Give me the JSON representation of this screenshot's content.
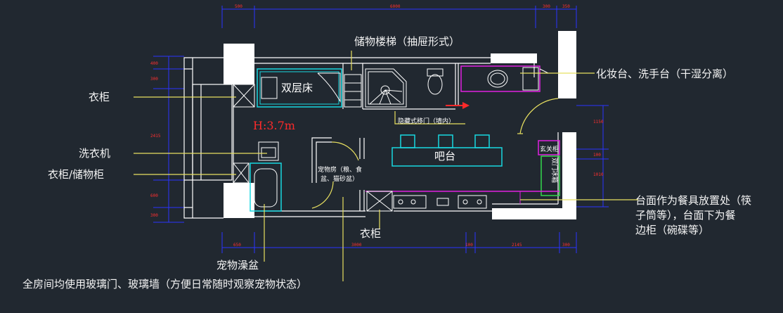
{
  "labels": {
    "loft_bed": "双层床",
    "storage_stairs": "储物楼梯（抽屉形式）",
    "vanity": "化妆台、洗手台（干湿分离）",
    "wardrobe_left": "衣柜",
    "washer": "洗衣机",
    "wardrobe_storage": "衣柜/储物柜",
    "height": "H:3.7m",
    "sliding_door": "隐藏式移门（墙内）",
    "bar": "吧台",
    "pet_room": [
      "宠物房（粮、食",
      "盆、猫砂盆）"
    ],
    "shoe_cabinet": "玄关柜",
    "fridge": "双门冰箱",
    "counter": [
      "台面作为餐具放置处（筷",
      "子筒等），台面下为餐",
      "边柜（碗碟等）"
    ],
    "wardrobe_bottom": "衣柜",
    "pet_tub": "宠物澡盆",
    "glass_note": "全房间均使用玻璃门、玻璃墙（方便日常随时观察宠物状态）"
  },
  "dimensions": {
    "top": [
      "500",
      "6000",
      "300",
      "350"
    ],
    "left": [
      "400",
      "300",
      "2415",
      "600",
      "300"
    ],
    "right": [
      "1150",
      "100",
      "1010"
    ],
    "bottom": [
      "650",
      "3000",
      "100",
      "2145",
      "300"
    ]
  },
  "colors": {
    "background": "#212830",
    "wall": "#ffffff",
    "leader": "#e8e060",
    "dimension": "#2b35ff",
    "dimension_text": "#ff3030",
    "cyan": "#19d7e0",
    "magenta": "#e020e0",
    "green": "#32d84c",
    "red": "#ff2a2a"
  }
}
